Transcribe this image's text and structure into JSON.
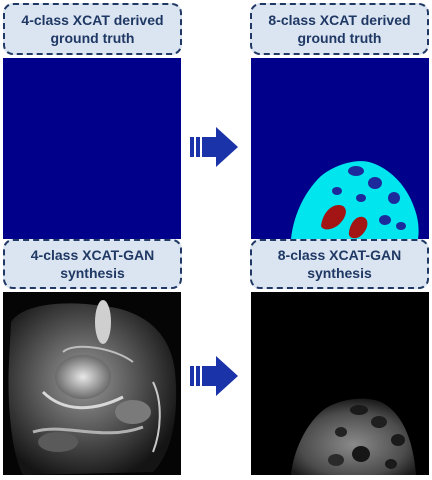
{
  "labels": {
    "top_left": [
      "4-class XCAT derived",
      "ground truth"
    ],
    "top_right": [
      "8-class XCAT derived",
      "ground truth"
    ],
    "bottom_left": [
      "4-class XCAT-GAN",
      "synthesis"
    ],
    "bottom_right": [
      "8-class XCAT-GAN",
      "synthesis"
    ]
  },
  "colors": {
    "label_fill": "#dbe5f1",
    "label_border": "#1f3864",
    "label_text": "#1f3864",
    "segmentation_background": "#00008b",
    "body_region": "#00e5ee",
    "organ_dark": "#1c2a9c",
    "organ_red": "#a31414",
    "arrow": "#1a33a8"
  },
  "icons": {
    "arrow_top": "right-arrow-icon",
    "arrow_bottom": "right-arrow-icon"
  }
}
